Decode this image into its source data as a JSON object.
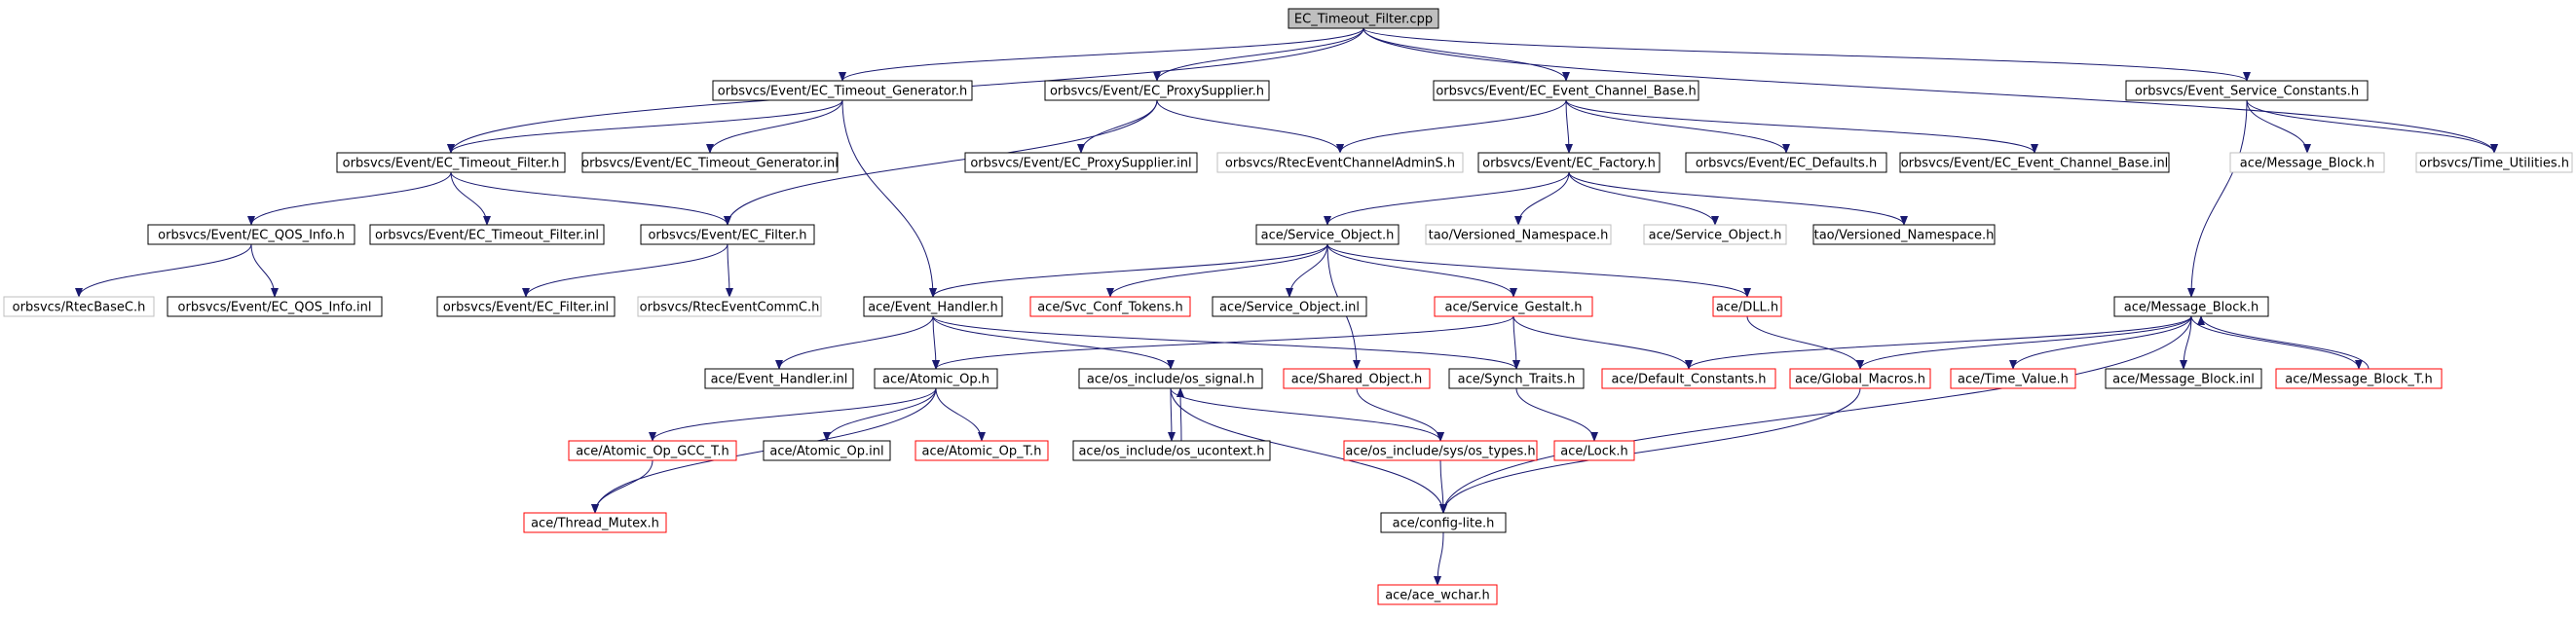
{
  "colors": {
    "root_fill": "#bfbfbf",
    "normal_border": "#000000",
    "truncated_border": "#ff0000",
    "external_border": "#bfbfbf",
    "edge": "#191970",
    "text": "#000000"
  },
  "nodes": [
    {
      "id": "root",
      "label": "EC_Timeout_Filter.cpp",
      "kind": "root"
    },
    {
      "id": "gen_h",
      "label": "orbsvcs/Event/EC_Timeout_Generator.h",
      "kind": "normal"
    },
    {
      "id": "proxy_h",
      "label": "orbsvcs/Event/EC_ProxySupplier.h",
      "kind": "normal"
    },
    {
      "id": "ecbase_h",
      "label": "orbsvcs/Event/EC_Event_Channel_Base.h",
      "kind": "normal"
    },
    {
      "id": "svcconst_h",
      "label": "orbsvcs/Event_Service_Constants.h",
      "kind": "normal"
    },
    {
      "id": "tf_h",
      "label": "orbsvcs/Event/EC_Timeout_Filter.h",
      "kind": "normal"
    },
    {
      "id": "gen_inl",
      "label": "orbsvcs/Event/EC_Timeout_Generator.inl",
      "kind": "normal"
    },
    {
      "id": "proxy_inl",
      "label": "orbsvcs/Event/EC_ProxySupplier.inl",
      "kind": "normal"
    },
    {
      "id": "rtecadmin",
      "label": "orbsvcs/RtecEventChannelAdminS.h",
      "kind": "external"
    },
    {
      "id": "factory_h",
      "label": "orbsvcs/Event/EC_Factory.h",
      "kind": "normal"
    },
    {
      "id": "defaults_h",
      "label": "orbsvcs/Event/EC_Defaults.h",
      "kind": "normal"
    },
    {
      "id": "ecbase_inl",
      "label": "orbsvcs/Event/EC_Event_Channel_Base.inl",
      "kind": "normal"
    },
    {
      "id": "msgblock_ext",
      "label": "ace/Message_Block.h",
      "kind": "external"
    },
    {
      "id": "timeutil",
      "label": "orbsvcs/Time_Utilities.h",
      "kind": "external"
    },
    {
      "id": "qos_h",
      "label": "orbsvcs/Event/EC_QOS_Info.h",
      "kind": "normal"
    },
    {
      "id": "tf_inl",
      "label": "orbsvcs/Event/EC_Timeout_Filter.inl",
      "kind": "normal"
    },
    {
      "id": "filter_h",
      "label": "orbsvcs/Event/EC_Filter.h",
      "kind": "normal"
    },
    {
      "id": "svcobj_h",
      "label": "ace/Service_Object.h",
      "kind": "normal"
    },
    {
      "id": "vns_ext",
      "label": "tao/Versioned_Namespace.h",
      "kind": "external"
    },
    {
      "id": "svcobj_ext",
      "label": "ace/Service_Object.h",
      "kind": "external"
    },
    {
      "id": "vns_h",
      "label": "tao/Versioned_Namespace.h",
      "kind": "normal"
    },
    {
      "id": "rtecbase",
      "label": "orbsvcs/RtecBaseC.h",
      "kind": "external"
    },
    {
      "id": "qos_inl",
      "label": "orbsvcs/Event/EC_QOS_Info.inl",
      "kind": "normal"
    },
    {
      "id": "filter_inl",
      "label": "orbsvcs/Event/EC_Filter.inl",
      "kind": "normal"
    },
    {
      "id": "rteccomm",
      "label": "orbsvcs/RtecEventCommC.h",
      "kind": "external"
    },
    {
      "id": "evh_h",
      "label": "ace/Event_Handler.h",
      "kind": "normal"
    },
    {
      "id": "svcconf",
      "label": "ace/Svc_Conf_Tokens.h",
      "kind": "truncated"
    },
    {
      "id": "svcobj_inl",
      "label": "ace/Service_Object.inl",
      "kind": "normal"
    },
    {
      "id": "gestalt",
      "label": "ace/Service_Gestalt.h",
      "kind": "truncated"
    },
    {
      "id": "dll",
      "label": "ace/DLL.h",
      "kind": "truncated"
    },
    {
      "id": "msgblock",
      "label": "ace/Message_Block.h",
      "kind": "normal"
    },
    {
      "id": "evh_inl",
      "label": "ace/Event_Handler.inl",
      "kind": "normal"
    },
    {
      "id": "atomic_h",
      "label": "ace/Atomic_Op.h",
      "kind": "normal"
    },
    {
      "id": "ossignal",
      "label": "ace/os_include/os_signal.h",
      "kind": "normal"
    },
    {
      "id": "sharedobj",
      "label": "ace/Shared_Object.h",
      "kind": "truncated"
    },
    {
      "id": "synch",
      "label": "ace/Synch_Traits.h",
      "kind": "normal"
    },
    {
      "id": "defconst",
      "label": "ace/Default_Constants.h",
      "kind": "truncated"
    },
    {
      "id": "globmac",
      "label": "ace/Global_Macros.h",
      "kind": "truncated"
    },
    {
      "id": "timeval",
      "label": "ace/Time_Value.h",
      "kind": "truncated"
    },
    {
      "id": "msgblock_inl",
      "label": "ace/Message_Block.inl",
      "kind": "normal"
    },
    {
      "id": "msgblock_t",
      "label": "ace/Message_Block_T.h",
      "kind": "truncated"
    },
    {
      "id": "atomic_gcc",
      "label": "ace/Atomic_Op_GCC_T.h",
      "kind": "truncated"
    },
    {
      "id": "atomic_inl",
      "label": "ace/Atomic_Op.inl",
      "kind": "normal"
    },
    {
      "id": "atomic_t",
      "label": "ace/Atomic_Op_T.h",
      "kind": "truncated"
    },
    {
      "id": "osucontext",
      "label": "ace/os_include/os_ucontext.h",
      "kind": "normal"
    },
    {
      "id": "ostypes",
      "label": "ace/os_include/sys/os_types.h",
      "kind": "truncated"
    },
    {
      "id": "lock",
      "label": "ace/Lock.h",
      "kind": "truncated"
    },
    {
      "id": "threadmutex",
      "label": "ace/Thread_Mutex.h",
      "kind": "truncated"
    },
    {
      "id": "configlite",
      "label": "ace/config-lite.h",
      "kind": "normal"
    },
    {
      "id": "wchar",
      "label": "ace/ace_wchar.h",
      "kind": "truncated"
    }
  ],
  "edges": [
    [
      "root",
      "gen_h"
    ],
    [
      "root",
      "proxy_h"
    ],
    [
      "root",
      "ecbase_h"
    ],
    [
      "root",
      "svcconst_h"
    ],
    [
      "root",
      "tf_h"
    ],
    [
      "root",
      "timeutil"
    ],
    [
      "gen_h",
      "tf_h"
    ],
    [
      "gen_h",
      "gen_inl"
    ],
    [
      "gen_h",
      "evh_h"
    ],
    [
      "proxy_h",
      "proxy_inl"
    ],
    [
      "proxy_h",
      "rtecadmin"
    ],
    [
      "proxy_h",
      "filter_h"
    ],
    [
      "ecbase_h",
      "rtecadmin"
    ],
    [
      "ecbase_h",
      "factory_h"
    ],
    [
      "ecbase_h",
      "defaults_h"
    ],
    [
      "ecbase_h",
      "ecbase_inl"
    ],
    [
      "svcconst_h",
      "msgblock_ext"
    ],
    [
      "svcconst_h",
      "timeutil"
    ],
    [
      "svcconst_h",
      "msgblock"
    ],
    [
      "tf_h",
      "qos_h"
    ],
    [
      "tf_h",
      "tf_inl"
    ],
    [
      "tf_h",
      "filter_h"
    ],
    [
      "factory_h",
      "svcobj_h"
    ],
    [
      "factory_h",
      "vns_ext"
    ],
    [
      "factory_h",
      "svcobj_ext"
    ],
    [
      "factory_h",
      "vns_h"
    ],
    [
      "qos_h",
      "rtecbase"
    ],
    [
      "qos_h",
      "qos_inl"
    ],
    [
      "filter_h",
      "filter_inl"
    ],
    [
      "filter_h",
      "rteccomm"
    ],
    [
      "svcobj_h",
      "evh_h"
    ],
    [
      "svcobj_h",
      "svcconf"
    ],
    [
      "svcobj_h",
      "svcobj_inl"
    ],
    [
      "svcobj_h",
      "gestalt"
    ],
    [
      "svcobj_h",
      "dll"
    ],
    [
      "svcobj_h",
      "sharedobj"
    ],
    [
      "evh_h",
      "evh_inl"
    ],
    [
      "evh_h",
      "atomic_h"
    ],
    [
      "evh_h",
      "ossignal"
    ],
    [
      "evh_h",
      "synch"
    ],
    [
      "gestalt",
      "atomic_h"
    ],
    [
      "gestalt",
      "synch"
    ],
    [
      "gestalt",
      "defconst"
    ],
    [
      "dll",
      "globmac"
    ],
    [
      "msgblock",
      "defconst"
    ],
    [
      "msgblock",
      "globmac"
    ],
    [
      "msgblock",
      "timeval"
    ],
    [
      "msgblock",
      "msgblock_inl"
    ],
    [
      "msgblock",
      "msgblock_t"
    ],
    [
      "msgblock",
      "configlite"
    ],
    [
      "msgblock_t",
      "msgblock"
    ],
    [
      "atomic_h",
      "atomic_gcc"
    ],
    [
      "atomic_h",
      "atomic_inl"
    ],
    [
      "atomic_h",
      "atomic_t"
    ],
    [
      "atomic_h",
      "threadmutex"
    ],
    [
      "atomic_gcc",
      "threadmutex"
    ],
    [
      "ossignal",
      "osucontext"
    ],
    [
      "ossignal",
      "ostypes"
    ],
    [
      "ossignal",
      "configlite"
    ],
    [
      "osucontext",
      "ossignal"
    ],
    [
      "sharedobj",
      "ostypes"
    ],
    [
      "synch",
      "lock"
    ],
    [
      "globmac",
      "configlite"
    ],
    [
      "ostypes",
      "configlite"
    ],
    [
      "configlite",
      "wchar"
    ]
  ]
}
